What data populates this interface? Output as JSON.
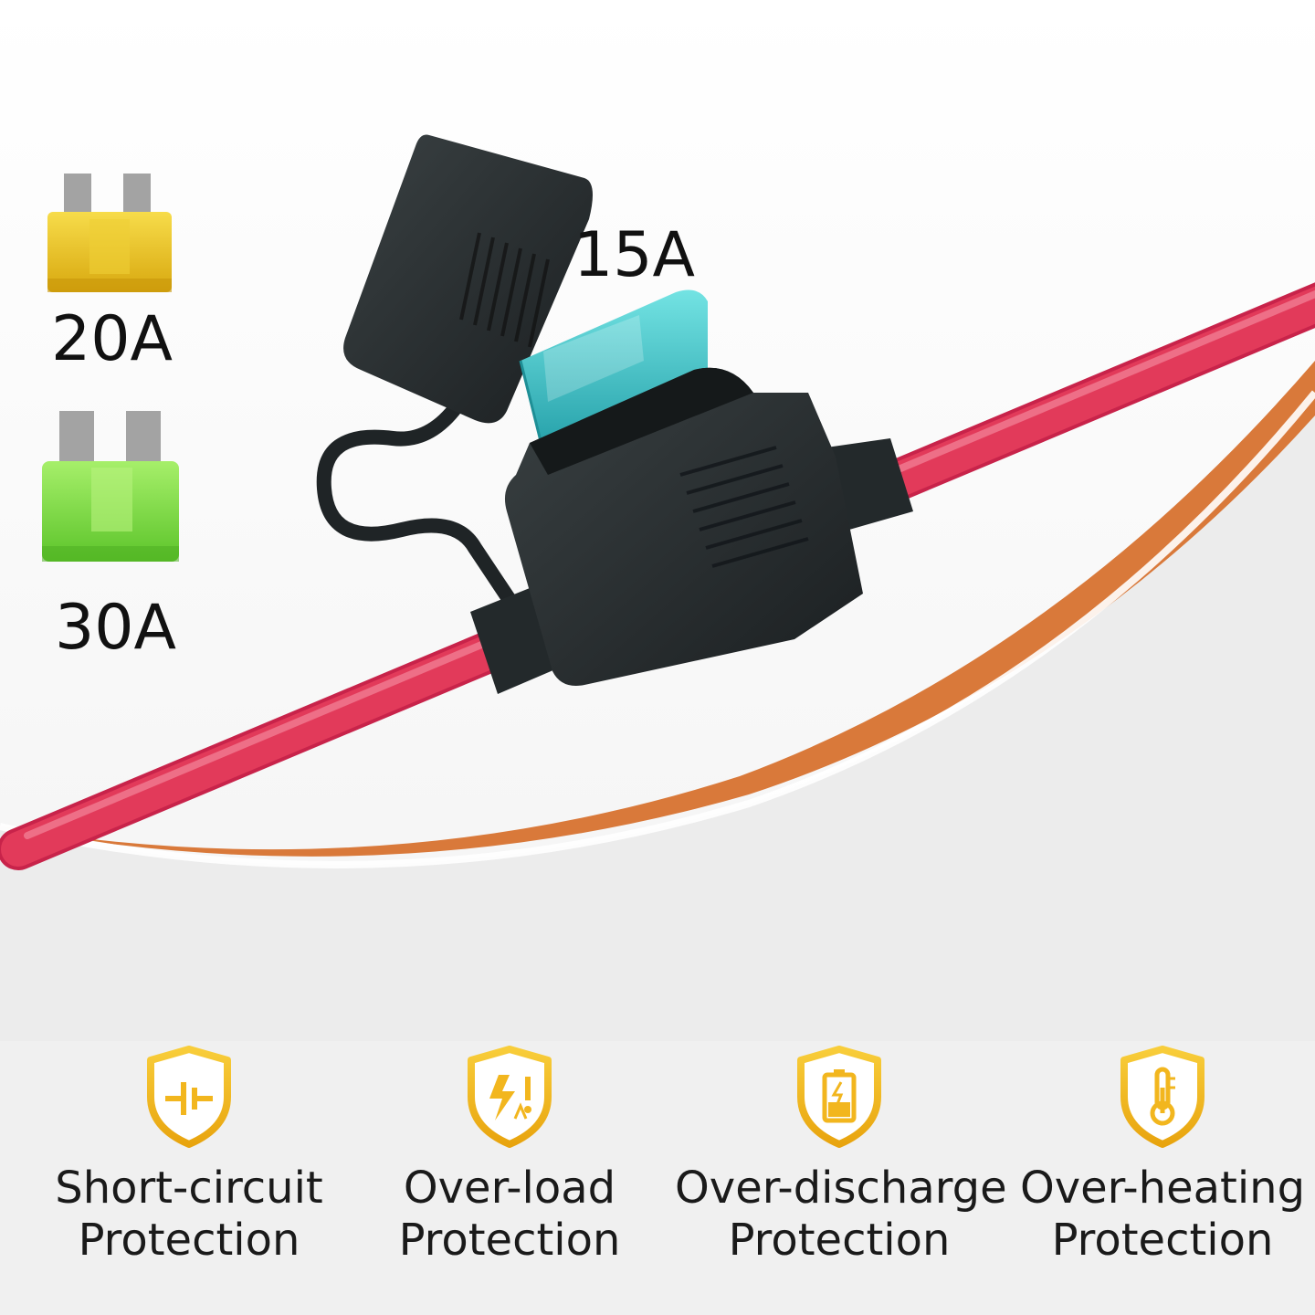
{
  "colors": {
    "wire": "#e23a5a",
    "wire_highlight": "#f27d93",
    "holder": "#242a2c",
    "fuse_blue": "#3cc6c8",
    "fuse_yellow": "#e9c22a",
    "fuse_green": "#7ad93f",
    "accent_orange": "#d9793a",
    "shield_gold": "#f2b61e",
    "bottom_band": "#ededed"
  },
  "fuses": {
    "yellow": {
      "label": "20A",
      "icon": "fuse-yellow-icon"
    },
    "green": {
      "label": "30A",
      "icon": "fuse-green-icon"
    },
    "blue": {
      "label": "15A",
      "icon": "fuse-blue-icon"
    }
  },
  "features": [
    {
      "icon": "short-circuit-shield-icon",
      "line1": "Short-circuit",
      "line2": "Protection"
    },
    {
      "icon": "over-load-shield-icon",
      "line1": "Over-load",
      "line2": "Protection"
    },
    {
      "icon": "over-discharge-shield-icon",
      "line1": "Over-discharge",
      "line2": "Protection"
    },
    {
      "icon": "over-heating-shield-icon",
      "line1": "Over-heating",
      "line2": "Protection"
    }
  ]
}
